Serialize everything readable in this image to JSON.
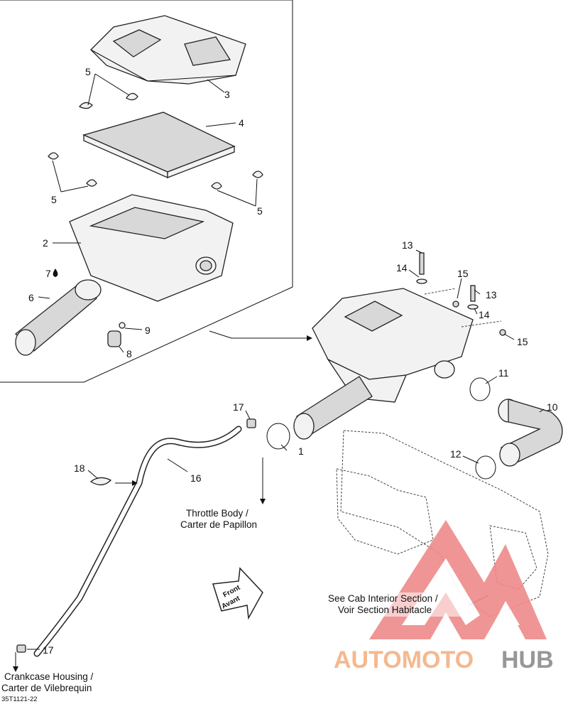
{
  "callouts": {
    "n1": "1",
    "n2": "2",
    "n3": "3",
    "n4": "4",
    "n5a": "5",
    "n5b": "5",
    "n5c": "5",
    "n6": "6",
    "n7": "7",
    "n8": "8",
    "n9": "9",
    "n10": "10",
    "n11": "11",
    "n12": "12",
    "n13a": "13",
    "n13b": "13",
    "n14a": "14",
    "n14b": "14",
    "n15a": "15",
    "n15b": "15",
    "n16": "16",
    "n17a": "17",
    "n17b": "17",
    "n18": "18"
  },
  "captions": {
    "throttle_1": "Throttle Body /",
    "throttle_2": "Carter de Papillon",
    "cab_1": "See Cab Interior Section /",
    "cab_2": "Voir Section Habitacle",
    "crank_1": "Crankcase Housing /",
    "crank_2": "Carter de Vilebrequin",
    "front_1": "Front",
    "front_2": "Avant"
  },
  "figure_ref": "35T1121-22",
  "watermark": {
    "auto": "AUTOMOTO",
    "hub": "HUB"
  },
  "colors": {
    "watermark_red": "#ee8a8a",
    "watermark_orange": "#f4b183",
    "watermark_gray": "#8c8c8c"
  }
}
